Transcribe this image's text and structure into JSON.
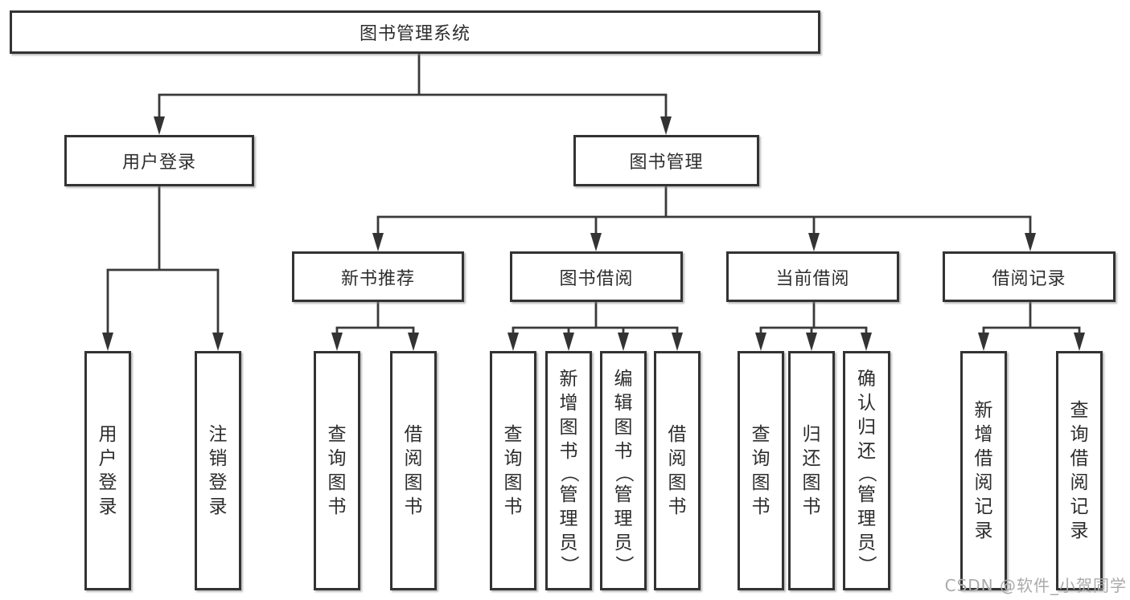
{
  "colors": {
    "line": "#3a3a3a",
    "arrow": "#333333",
    "box_border": "#333333",
    "box_fill": "#ffffff",
    "text": "#2d2d2d",
    "watermark": "#aaaaaa",
    "background": "#ffffff"
  },
  "tree": {
    "root": {
      "label": "图书管理系统",
      "children": [
        {
          "label": "用户登录",
          "children": [
            {
              "label": "用户登录"
            },
            {
              "label": "注销登录"
            }
          ]
        },
        {
          "label": "图书管理",
          "children": [
            {
              "label": "新书推荐",
              "children": [
                {
                  "label": "查询图书"
                },
                {
                  "label": "借阅图书"
                }
              ]
            },
            {
              "label": "图书借阅",
              "children": [
                {
                  "label": "查询图书"
                },
                {
                  "label": "新增图书（管理员）"
                },
                {
                  "label": "编辑图书（管理员）"
                },
                {
                  "label": "借阅图书"
                }
              ]
            },
            {
              "label": "当前借阅",
              "children": [
                {
                  "label": "查询图书"
                },
                {
                  "label": "归还图书"
                },
                {
                  "label": "确认归还（管理员）"
                }
              ]
            },
            {
              "label": "借阅记录",
              "children": [
                {
                  "label": "新增借阅记录"
                },
                {
                  "label": "查询借阅记录"
                }
              ]
            }
          ]
        }
      ]
    }
  },
  "watermark": {
    "text": "CSDN @软件_小贺同学"
  }
}
